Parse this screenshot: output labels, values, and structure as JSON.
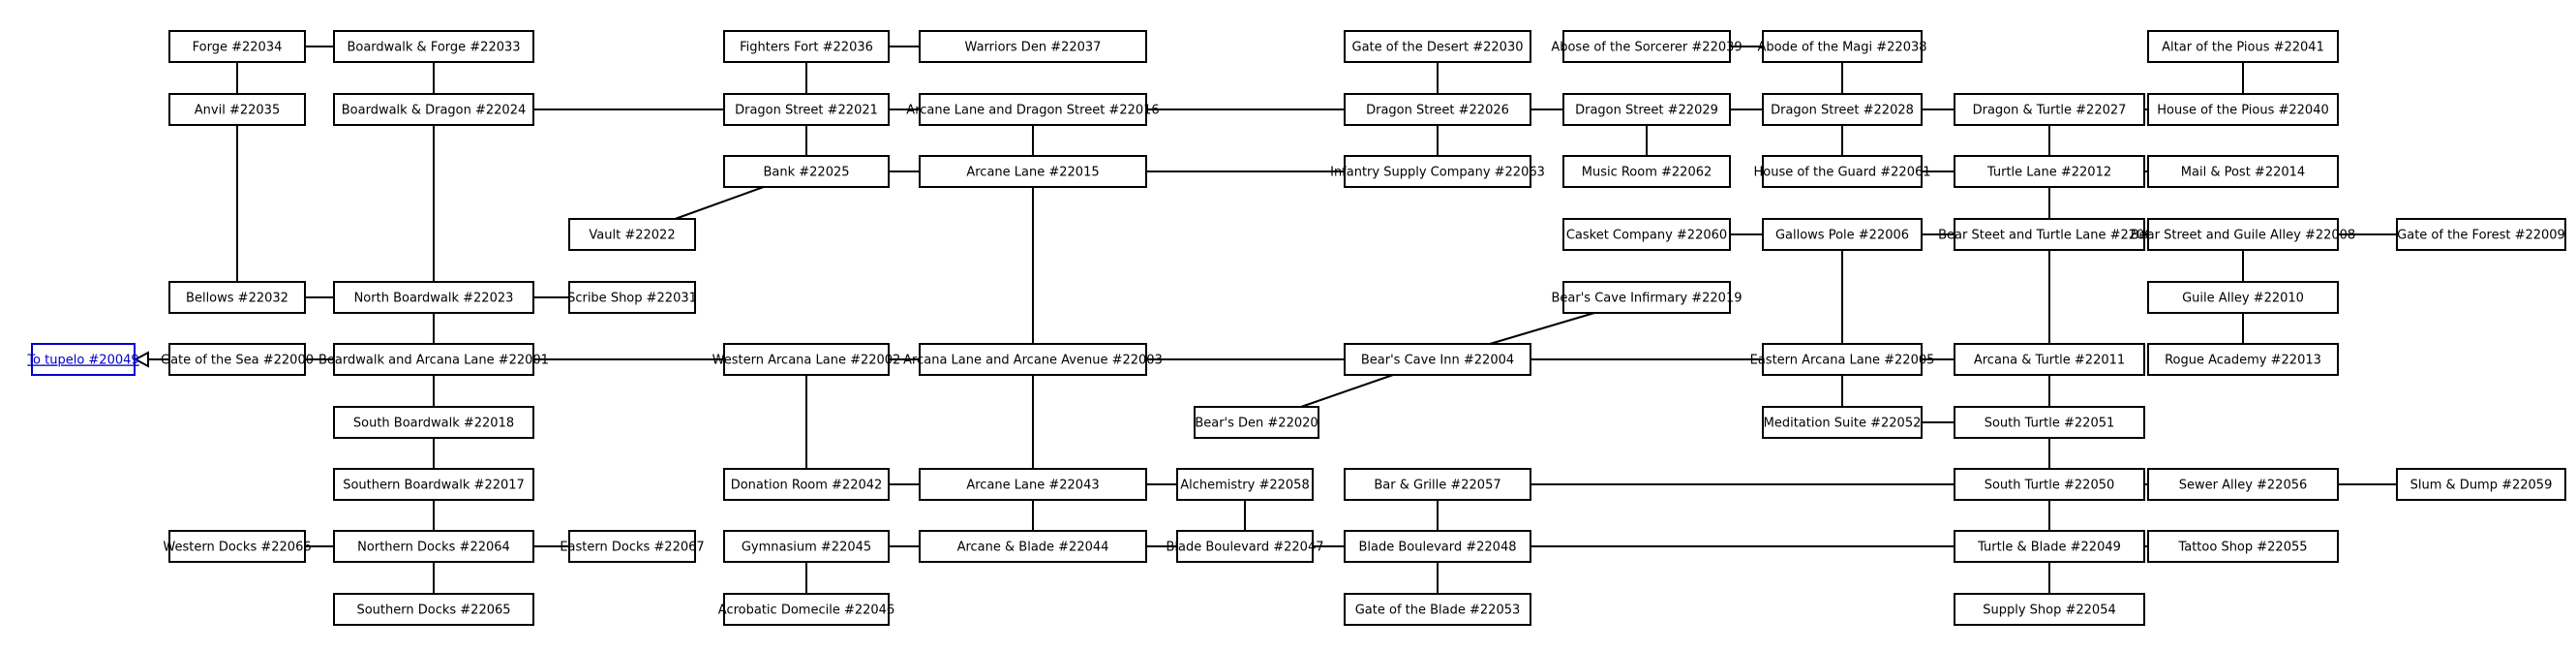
{
  "colors": {
    "line": "#000000",
    "link": "#0000cc",
    "background": "#ffffff"
  },
  "rooms": {
    "r22034": "Forge #22034",
    "r22033": "Boardwalk & Forge #22033",
    "r22036": "Fighters Fort #22036",
    "r22037": "Warriors Den #22037",
    "r22030": "Gate of the Desert #22030",
    "r22039": "Abose of the Sorcerer #22039",
    "r22038": "Abode of the Magi #22038",
    "r22041": "Altar of the Pious #22041",
    "r22035": "Anvil #22035",
    "r22024": "Boardwalk & Dragon #22024",
    "r22021": "Dragon Street #22021",
    "r22016": "Arcane Lane and Dragon Street #22016",
    "r22026": "Dragon Street #22026",
    "r22029": "Dragon Street #22029",
    "r22028": "Dragon Street #22028",
    "r22027": "Dragon & Turtle #22027",
    "r22040": "House of the Pious #22040",
    "r22025": "Bank #22025",
    "r22015": "Arcane Lane #22015",
    "r22063": "Infantry Supply Company #22063",
    "r22062": "Music Room #22062",
    "r22061": "House of the Guard #22061",
    "r22012": "Turtle Lane #22012",
    "r22014": "Mail & Post #22014",
    "r22022": "Vault #22022",
    "r22060": "Casket Company #22060",
    "r22006": "Gallows Pole #22006",
    "r22007": "Bear Steet and Turtle Lane #22007",
    "r22008": "Bear Street and Guile Alley #22008",
    "r22009": "Gate of the Forest #22009",
    "r22032": "Bellows #22032",
    "r22023": "North Boardwalk #22023",
    "r22031": "Scribe Shop #22031",
    "r22019": "Bear's Cave Infirmary #22019",
    "r22010": "Guile Alley #22010",
    "r20049": "To tupelo #20049",
    "r22000": "Gate of the Sea #22000",
    "r22001": "Boardwalk and Arcana Lane #22001",
    "r22002": "Western Arcana Lane #22002",
    "r22003": "Arcana Lane and Arcane Avenue #22003",
    "r22004": "Bear's Cave Inn #22004",
    "r22005": "Eastern Arcana Lane #22005",
    "r22011": "Arcana & Turtle #22011",
    "r22013": "Rogue Academy #22013",
    "r22018": "South Boardwalk #22018",
    "r22020": "Bear's Den #22020",
    "r22052": "Meditation Suite #22052",
    "r22051": "South Turtle #22051",
    "r22017": "Southern Boardwalk #22017",
    "r22042": "Donation Room #22042",
    "r22043": "Arcane Lane #22043",
    "r22058": "Alchemistry #22058",
    "r22057": "Bar & Grille #22057",
    "r22050": "South Turtle #22050",
    "r22056": "Sewer Alley #22056",
    "r22059": "Slum & Dump #22059",
    "r22066": "Western Docks #22066",
    "r22064": "Northern Docks #22064",
    "r22067": "Eastern Docks #22067",
    "r22045": "Gymnasium #22045",
    "r22044": "Arcane & Blade #22044",
    "r22047": "Blade Boulevard #22047",
    "r22048": "Blade Boulevard #22048",
    "r22049": "Turtle & Blade #22049",
    "r22055": "Tattoo Shop #22055",
    "r22065": "Southern Docks #22065",
    "r22046": "Acrobatic Domecile #22046",
    "r22053": "Gate of the Blade #22053",
    "r22054": "Supply Shop #22054"
  }
}
